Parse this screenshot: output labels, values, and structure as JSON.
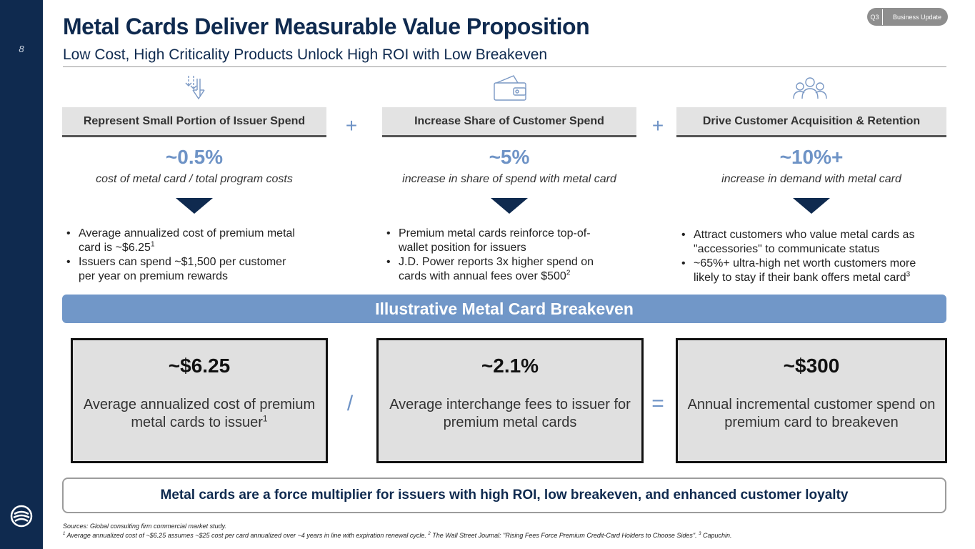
{
  "page_number": "8",
  "badge": {
    "quarter": "Q3",
    "label": "Business Update"
  },
  "title": "Metal Cards Deliver Measurable Value Proposition",
  "subtitle": "Low Cost, High Criticality Products Unlock High ROI with Low Breakeven",
  "columns": [
    {
      "icon": "arrows-down-icon",
      "header": "Represent Small Portion of Issuer Spend",
      "stat": "~0.5%",
      "caption": "cost of metal card / total program costs",
      "bullets": [
        {
          "lines": [
            "Average annualized cost of premium metal",
            "card is ~$6.25"
          ],
          "sup": "1"
        },
        {
          "lines": [
            "Issuers can spend ~$1,500 per customer",
            "per year on premium rewards"
          ],
          "sup": ""
        }
      ]
    },
    {
      "icon": "wallet-icon",
      "header": "Increase Share of Customer Spend",
      "stat": "~5%",
      "caption": "increase in share of spend with metal card",
      "bullets": [
        {
          "lines": [
            "Premium metal cards reinforce top-of-",
            "wallet position for issuers"
          ],
          "sup": ""
        },
        {
          "lines": [
            "J.D. Power reports 3x higher spend on",
            "cards with annual fees over $500"
          ],
          "sup": "2"
        }
      ]
    },
    {
      "icon": "people-group-icon",
      "header": "Drive Customer Acquisition & Retention",
      "stat": "~10%+",
      "caption": "increase in demand with metal card",
      "bullets": [
        {
          "lines": [
            "Attract customers who value metal cards as",
            "\"accessories\" to communicate status"
          ],
          "sup": ""
        },
        {
          "lines": [
            "~65%+ ultra-high net worth customers more",
            "likely to stay if their bank offers metal card"
          ],
          "sup": "3"
        }
      ]
    }
  ],
  "operators": {
    "plus_1": "+",
    "plus_2": "+",
    "divide": "/",
    "equals": "="
  },
  "breakeven": {
    "banner": "Illustrative Metal Card Breakeven",
    "boxes": [
      {
        "value": "~$6.25",
        "desc_1": "Average annualized cost of premium",
        "desc_2": "metal cards to issuer",
        "sup": "1"
      },
      {
        "value": "~2.1%",
        "desc_1": "Average interchange fees to issuer for",
        "desc_2": "premium metal cards",
        "sup": ""
      },
      {
        "value": "~$300",
        "desc_1": "Annual incremental customer spend on",
        "desc_2": "premium card to breakeven",
        "sup": ""
      }
    ]
  },
  "callout": "Metal cards are a force multiplier for issuers with high ROI, low breakeven, and enhanced customer loyalty",
  "sources": "Sources: Global consulting firm commercial market study.",
  "footnote": {
    "n1": "1",
    "t1": " Average annualized cost of ~$6.25 assumes ~$25 cost per card annualized over ~4 years in line with expiration renewal cycle. ",
    "n2": "2",
    "t2": " The Wall Street Journal: \"Rising Fees Force Premium Credit-Card Holders to Choose Sides\". ",
    "n3": "3",
    "t3": " Capuchin."
  },
  "colors": {
    "navy": "#0f2a4f",
    "accent_blue": "#6e93c6",
    "banner_blue": "#7197c8",
    "box_grey": "#e0e0e0"
  }
}
